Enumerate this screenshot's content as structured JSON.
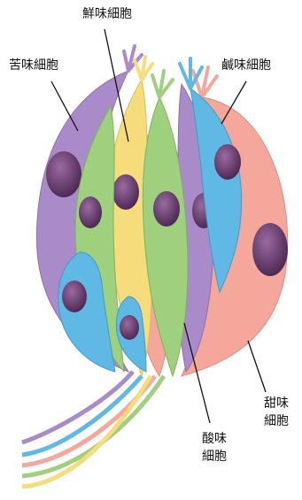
{
  "labels": {
    "umami": "鮮味細胞",
    "bitter": "苦味細胞",
    "salty": "鹹味細胞",
    "sweet_line1": "甜味",
    "sweet_line2": "細胞",
    "sour_line1": "酸味",
    "sour_line2": "細胞"
  },
  "colors": {
    "bitter": "#a98bc9",
    "umami": "#f6dc7a",
    "salty": "#5fb9e4",
    "sweet": "#f4a79a",
    "sour": "#9fd07d",
    "nucleus": "#6a3f73"
  }
}
